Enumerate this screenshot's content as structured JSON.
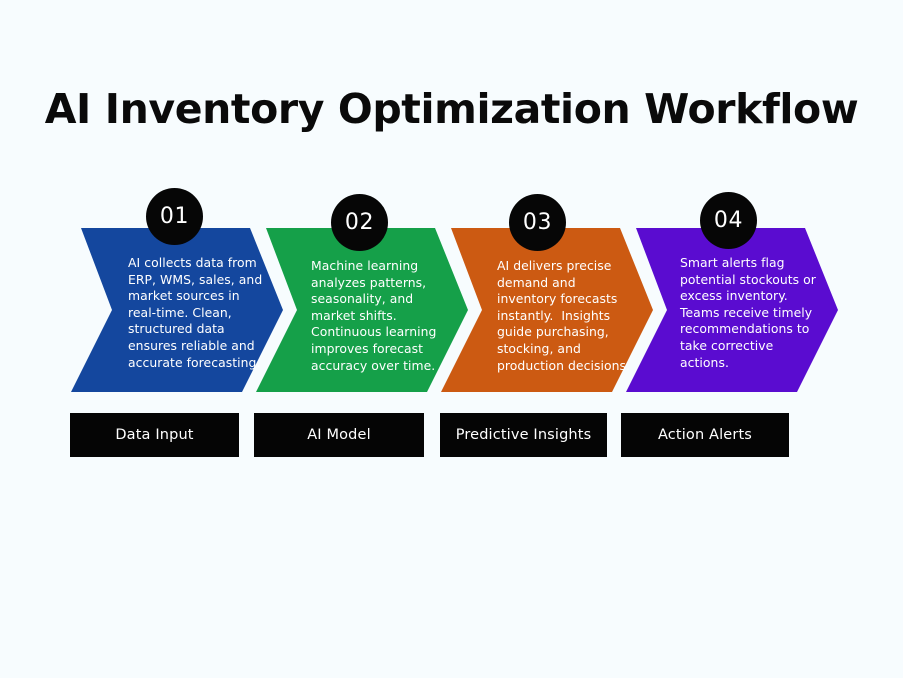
{
  "page": {
    "title": "AI Inventory Optimization Workflow",
    "background_color": "#f7fcfe",
    "title_color": "#0a0a0a"
  },
  "diagram": {
    "type": "chevron-process-flow",
    "direction": "left-to-right",
    "step_count": 4,
    "badge_color": "#060606",
    "badge_text_color": "#ffffff",
    "label_box_color": "#050505",
    "label_text_color": "#ffffff",
    "steps": [
      {
        "number": "01",
        "label": "Data Input",
        "color": "#14479e",
        "description": "AI collects data from ERP, WMS, sales, and market sources in real-time. Clean, structured data ensures reliable and accurate forecasting."
      },
      {
        "number": "02",
        "label": "AI Model",
        "color": "#15a049",
        "description": "Machine learning analyzes patterns, seasonality, and market shifts. Continuous learning improves forecast accuracy over time."
      },
      {
        "number": "03",
        "label": "Predictive Insights",
        "color": "#cc5a12",
        "description": "AI delivers precise demand and inventory forecasts instantly.  Insights guide purchasing, stocking, and production decisions."
      },
      {
        "number": "04",
        "label": "Action Alerts",
        "color": "#5a0cd0",
        "description": "Smart alerts flag potential stockouts or excess inventory. Teams receive timely recommendations to take corrective  actions."
      }
    ]
  }
}
